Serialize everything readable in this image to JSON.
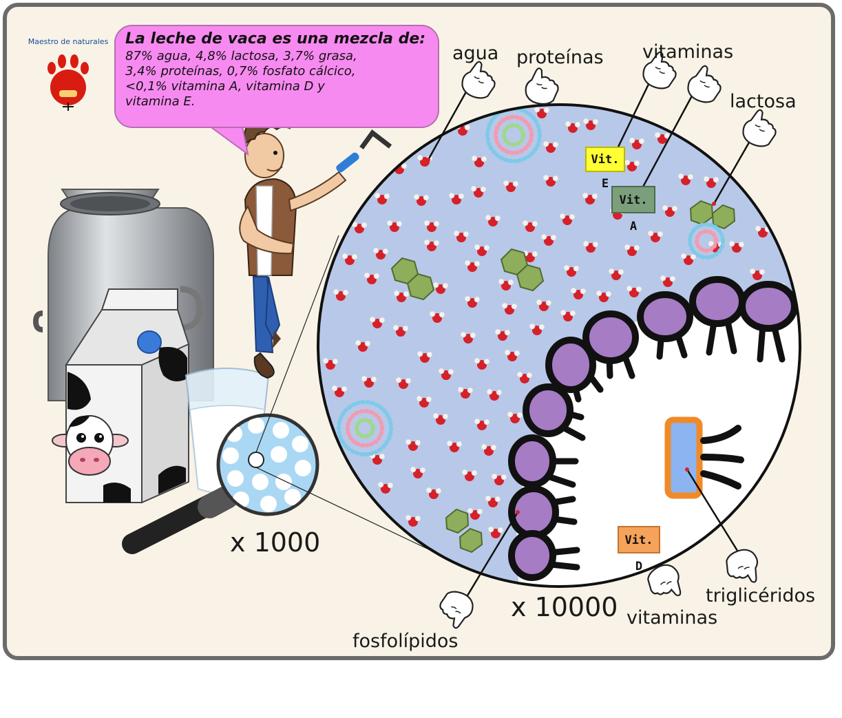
{
  "logo": {
    "text": "Maestro de naturales"
  },
  "speech": {
    "title": "La leche de vaca es una mezcla de:",
    "lines": [
      "87% agua, 4,8% lactosa, 3,7% grasa,",
      "3,4% proteínas, 0,7% fosfato cálcico,",
      "<0,1% vitamina A, vitamina D y",
      "vitamina E."
    ]
  },
  "labels": {
    "agua": "agua",
    "proteinas": "proteínas",
    "vitaminas_top": "vitaminas",
    "lactosa": "lactosa",
    "trigliceridos": "triglicéridos",
    "vitaminas_bottom": "vitaminas",
    "fosfolipidos": "fosfolípidos"
  },
  "tags": {
    "vit_e": "Vit. E",
    "vit_a": "Vit. A",
    "vit_d": "Vit. D"
  },
  "magnification": {
    "small": "x 1000",
    "large": "x 10000"
  },
  "colors": {
    "bubble": "#f78af0",
    "circle_fill": "#b8c8e8",
    "water_oxygen": "#d6202a",
    "lactose": "#8fae5c",
    "phospholipid_head": "#a67cc4",
    "triglyceride": "#8cb4f0",
    "triglyceride_border": "#f08a28"
  },
  "icons": [
    "cow-face-icon",
    "milk-carton-icon",
    "milk-can-icon",
    "glass-of-milk-icon",
    "magnifier-icon",
    "pointing-hand-icon",
    "paw-logo-icon"
  ]
}
